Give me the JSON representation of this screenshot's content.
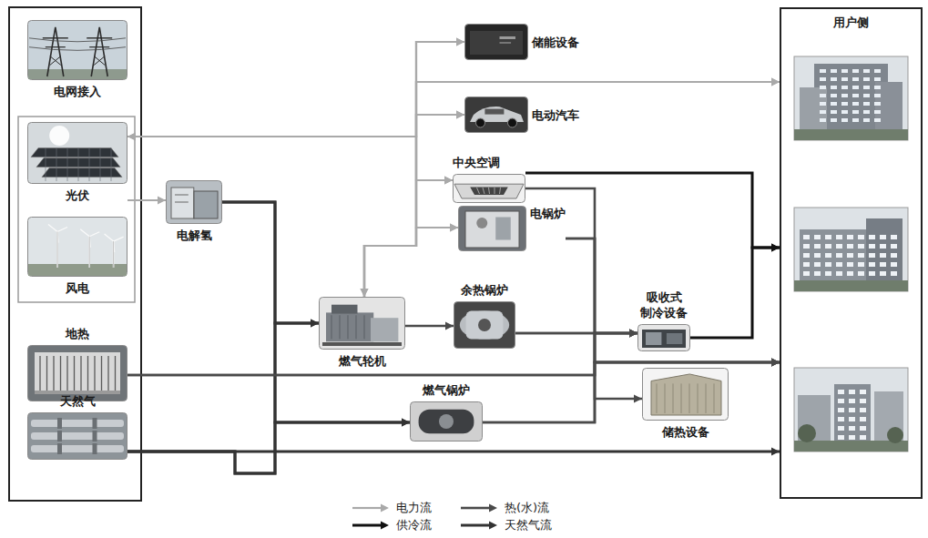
{
  "diagram": {
    "nodes": [
      {
        "text": [
          "电网接入"
        ]
      },
      {
        "text": [
          "光伏"
        ]
      },
      {
        "text": [
          "风电"
        ]
      },
      {
        "text": [
          "地热"
        ]
      },
      {
        "text": [
          "天然气"
        ]
      },
      {
        "text": [
          "电解氢"
        ]
      },
      {
        "text": [
          "储能设备"
        ]
      },
      {
        "text": [
          "电动汽车"
        ]
      },
      {
        "text": [
          "中央空调"
        ]
      },
      {
        "text": [
          "电锅炉"
        ]
      },
      {
        "text": [
          "燃气轮机"
        ]
      },
      {
        "text": [
          "余热锅炉"
        ]
      },
      {
        "text": [
          "吸收式 制冷设备"
        ]
      },
      {
        "text": [
          "燃气锅炉"
        ]
      },
      {
        "text": [
          "储热设备"
        ]
      },
      {
        "text": [
          "用户侧"
        ]
      }
    ],
    "edges": [
      {
        "from": 1,
        "to": 6,
        "arrow": "both"
      },
      {
        "from": 1,
        "to": 7,
        "arrow": "both"
      },
      {
        "from": 1,
        "to": 8,
        "arrow": "to"
      },
      {
        "from": 1,
        "to": 9,
        "arrow": "to"
      },
      {
        "from": 1,
        "to": 15,
        "arrow": "to"
      },
      {
        "from": 10,
        "to": 6,
        "arrow": "both"
      },
      {
        "from": 10,
        "to": 7,
        "arrow": "both"
      },
      {
        "from": 10,
        "to": 8,
        "arrow": "to"
      },
      {
        "from": 10,
        "to": 9,
        "arrow": "to"
      },
      {
        "from": 10,
        "to": 15,
        "arrow": "to"
      },
      {
        "from": 1,
        "to": 5,
        "arrow": "to"
      },
      {
        "from": 5,
        "to": 10,
        "arrow": "to"
      },
      {
        "from": 5,
        "to": 13,
        "arrow": "to"
      },
      {
        "from": 4,
        "to": 10,
        "arrow": "to"
      },
      {
        "from": 4,
        "to": 13,
        "arrow": "to"
      },
      {
        "from": 4,
        "to": 15,
        "arrow": "to"
      },
      {
        "from": 10,
        "to": 11,
        "arrow": "to"
      },
      {
        "from": 8,
        "to": 12,
        "arrow": "to"
      },
      {
        "from": 9,
        "to": 12,
        "arrow": "to"
      },
      {
        "from": 9,
        "to": 15,
        "arrow": "to"
      },
      {
        "from": 11,
        "to": 12,
        "arrow": "to"
      },
      {
        "from": 11,
        "to": 15,
        "arrow": "to"
      },
      {
        "from": 3,
        "to": 12,
        "arrow": "to"
      },
      {
        "from": 3,
        "to": 15,
        "arrow": "to"
      },
      {
        "from": 13,
        "to": 12,
        "arrow": "to"
      },
      {
        "from": 13,
        "to": 15,
        "arrow": "to"
      },
      {
        "from": 14,
        "to": 15,
        "arrow": "both"
      },
      {
        "from": 8,
        "to": 15,
        "arrow": "to"
      },
      {
        "from": 12,
        "to": 15,
        "arrow": "to"
      }
    ],
    "legend": [
      {
        "text": "电力流"
      },
      {
        "text": "热(水)流"
      },
      {
        "text": "供冷流"
      },
      {
        "text": "天然气流"
      }
    ]
  }
}
